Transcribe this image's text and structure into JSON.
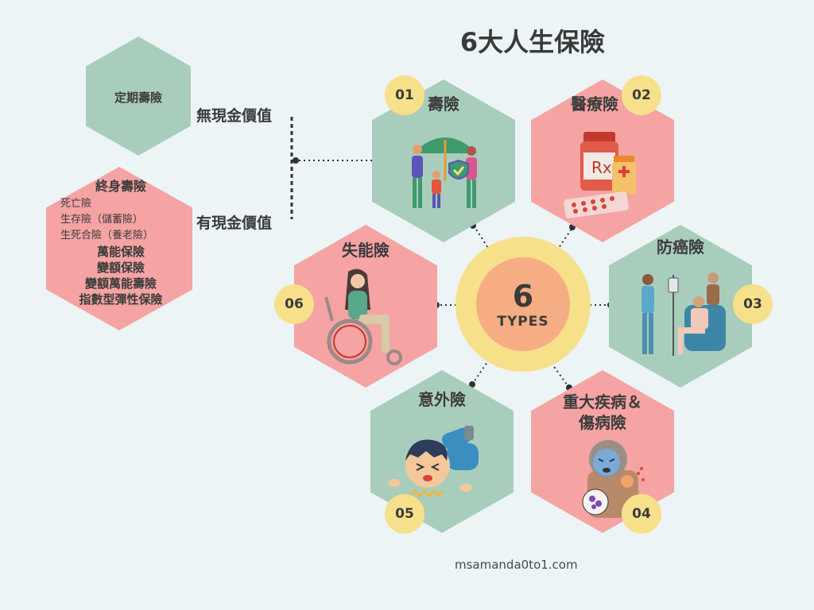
{
  "title": "6大人生保險",
  "center": {
    "number": "6",
    "label": "TYPES"
  },
  "categories": [
    {
      "id": "01",
      "name": "壽險",
      "illustration": "umbrella-family-icon"
    },
    {
      "id": "02",
      "name": "醫療險",
      "illustration": "medicine-pills-icon"
    },
    {
      "id": "03",
      "name": "防癌險",
      "illustration": "chemo-patient-icon"
    },
    {
      "id": "04",
      "name_line1": "重大疾病＆",
      "name_line2": "傷病險",
      "illustration": "sick-person-icon"
    },
    {
      "id": "05",
      "name": "意外險",
      "illustration": "falling-boy-icon"
    },
    {
      "id": "06",
      "name": "失能險",
      "illustration": "wheelchair-icon"
    }
  ],
  "life_types": {
    "term": {
      "name": "定期壽險",
      "label": "無現金價值"
    },
    "whole": {
      "name": "終身壽險",
      "label": "有現金價值",
      "items": [
        "死亡險",
        "生存險（儲蓄險）",
        "生死合險（養老險）"
      ],
      "bold_items": [
        "萬能保險",
        "變額保險",
        "變額萬能壽險",
        "指數型彈性保險"
      ]
    }
  },
  "credit": "msamanda0to1.com",
  "colors": {
    "green": "#a9cdbd",
    "pink": "#f5a3a3",
    "yellow": "#f7e08a",
    "orange": "#f6ad84",
    "background": "#ecf4f5"
  }
}
